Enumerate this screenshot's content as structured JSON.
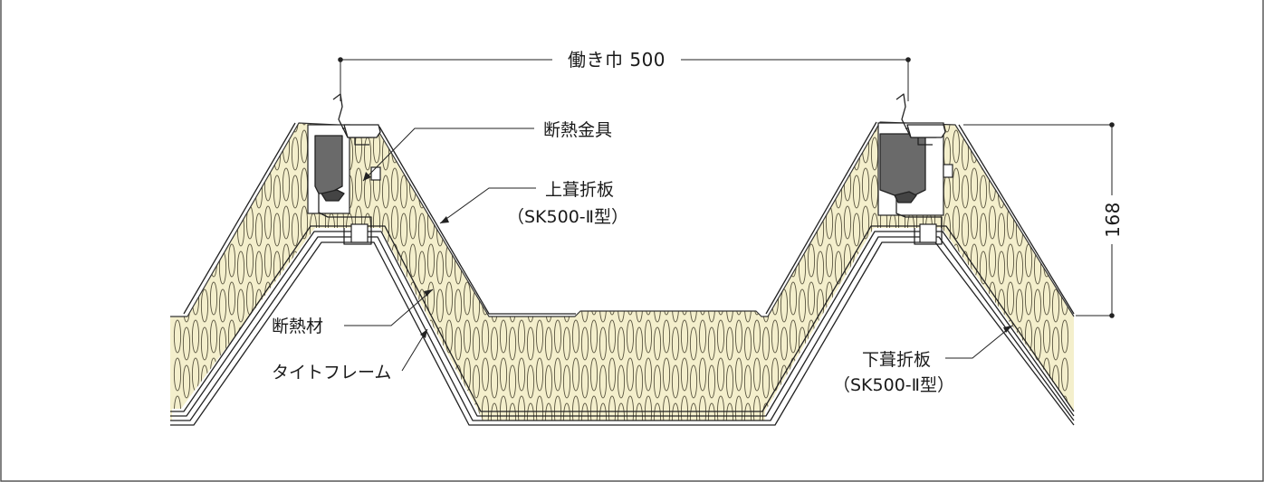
{
  "labels": {
    "width_dim": "働き巾 500",
    "height_dim": "168",
    "heat_fitting": "断熱金具",
    "upper_panel_line1": "上葺折板",
    "upper_panel_line2": "（SK500-Ⅱ型）",
    "insulation": "断熱材",
    "tight_frame": "タイトフレーム",
    "lower_panel_line1": "下葺折板",
    "lower_panel_line2": "（SK500-Ⅱ型）"
  },
  "colors": {
    "insulation_fill": "#f4efcc",
    "fitting_fill": "#6a6a6a",
    "line": "#222222",
    "frame": "#4d4d4d"
  }
}
